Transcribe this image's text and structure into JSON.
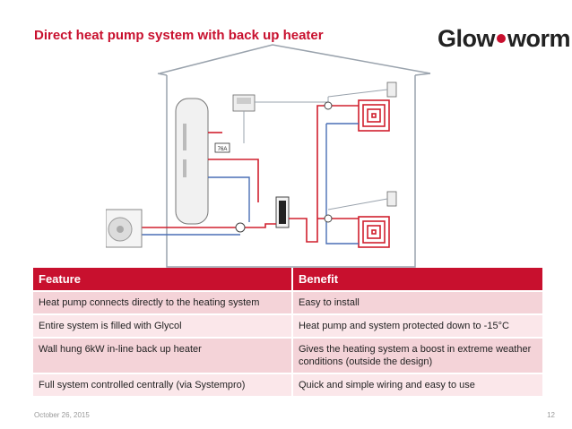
{
  "title": "Direct heat pump system with back up heater",
  "logo": {
    "left": "Glow",
    "right": "worm"
  },
  "diagram": {
    "heater_label": "76A"
  },
  "table": {
    "headers": [
      "Feature",
      "Benefit"
    ],
    "rows": [
      [
        "Heat pump connects directly to the heating system",
        "Easy to install"
      ],
      [
        "Entire system is filled with Glycol",
        "Heat pump and system protected down to -15°C"
      ],
      [
        "Wall hung 6kW in-line back up heater",
        "Gives the heating system a boost in extreme weather conditions (outside the design)"
      ],
      [
        "Full system controlled centrally (via Systempro)",
        "Quick and simple wiring and easy to use"
      ]
    ]
  },
  "footer": {
    "date": "October 26, 2015",
    "page": "12"
  },
  "colors": {
    "accent": "#c8102e",
    "row_dark": "#f4d3d8",
    "row_light": "#fbe7ea"
  }
}
